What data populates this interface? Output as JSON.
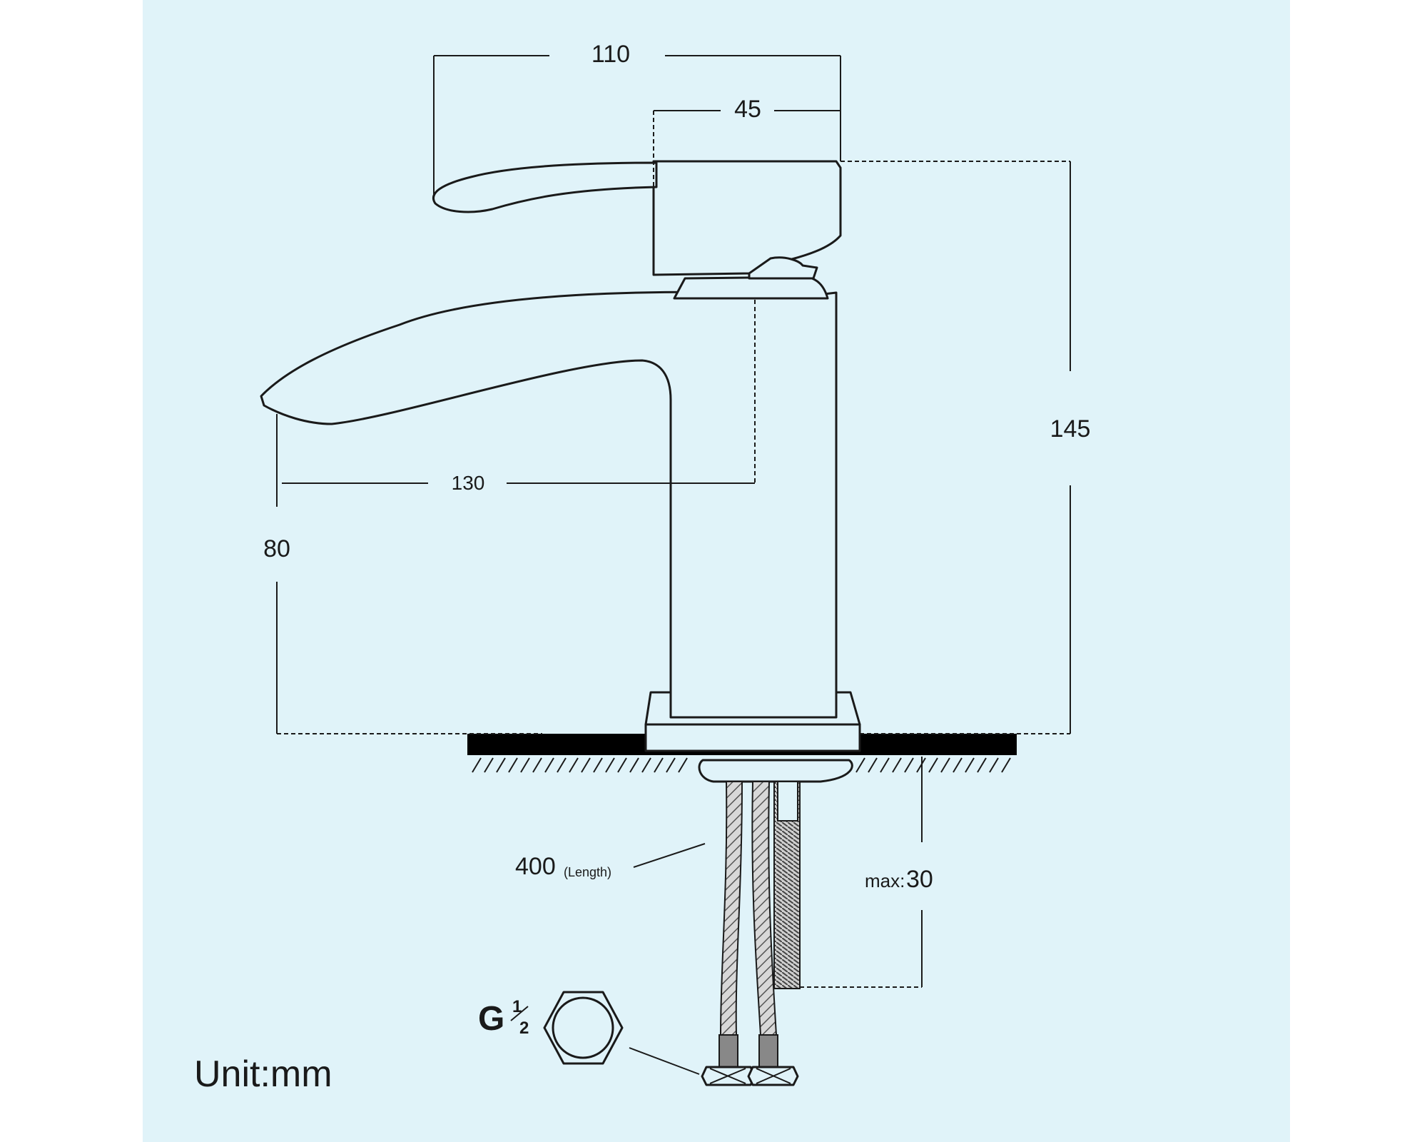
{
  "background_color": "#e0f3f9",
  "line_color": "#1a1a1a",
  "dimensions": {
    "handle_reach": "110",
    "handle_body_width": "45",
    "total_height": "145",
    "spout_reach": "130",
    "spout_height": "80",
    "max_deck_thickness_label": "max:",
    "max_deck_thickness_value": "30",
    "hose_length_value": "400",
    "hose_length_unit": "(Length)"
  },
  "connector": {
    "thread_letter": "G",
    "thread_fraction_num": "1",
    "thread_fraction_den": "2"
  },
  "unit_label": "Unit:mm"
}
